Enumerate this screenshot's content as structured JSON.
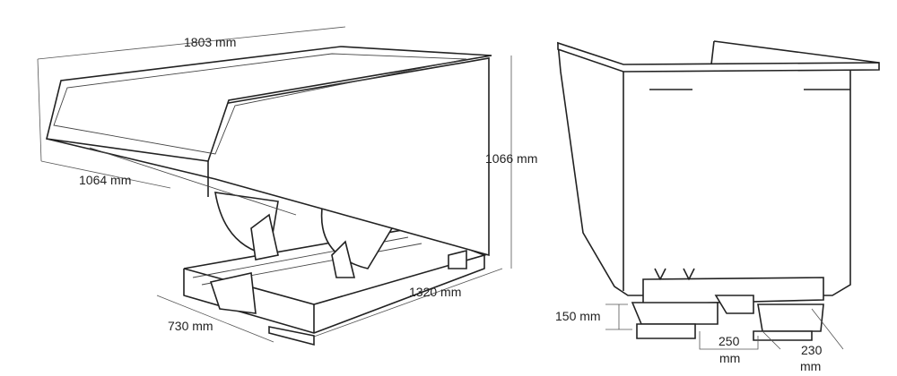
{
  "title": "Tipping skip dimensional drawing",
  "left_view": {
    "dimensions": {
      "length": "1803 mm",
      "depth": "1064 mm",
      "height": "1066 mm",
      "base_length": "1320 mm",
      "base_width": "730 mm"
    }
  },
  "right_view": {
    "dimensions": {
      "fork_pocket_height": "150 mm",
      "fork_pocket_gap_value": "250",
      "fork_pocket_gap_unit": "mm",
      "fork_pocket_width_value": "230",
      "fork_pocket_width_unit": "mm"
    }
  }
}
